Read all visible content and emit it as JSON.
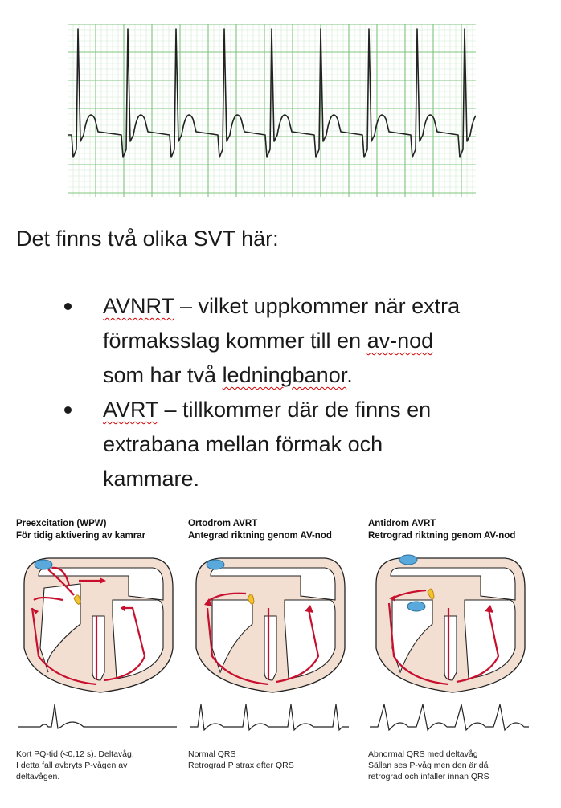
{
  "intro": "Det finns två olika SVT här:",
  "bullets": [
    {
      "term": "AVNRT",
      "line1_rest": " – vilket uppkommer när extra",
      "line2_a": "förmaksslag kommer till en ",
      "line2_term": "av-nod",
      "line3_a": "som har två ",
      "line3_term": "ledningbanor",
      "line3_end": "."
    },
    {
      "term": "AVRT",
      "line1_rest": " – tillkommer där de finns en",
      "line2": "extrabana mellan förmak och",
      "line3": "kammare."
    }
  ],
  "panels": [
    {
      "title1": "Preexcitation (WPW)",
      "title2": "För tidig aktivering av kamrar",
      "cap1": "Kort PQ-tid (<0,12 s). Deltavåg.",
      "cap2": "I detta fall avbryts P-vågen av",
      "cap3": "deltavågen."
    },
    {
      "title1": "Ortodrom AVRT",
      "title2": "Antegrad riktning genom AV-nod",
      "cap1": "Normal QRS",
      "cap2": "Retrograd P strax efter QRS",
      "cap3": ""
    },
    {
      "title1": "Antidrom AVRT",
      "title2": "Retrograd riktning genom AV-nod",
      "cap1": "Abnormal QRS med deltavåg",
      "cap2": "Sällan ses P-våg men den är då",
      "cap3": "retrograd och infaller innan QRS"
    }
  ],
  "colors": {
    "grid_major": "#7fc47f",
    "grid_minor": "#cfe9cf",
    "trace": "#222222",
    "pathway": "#c8102e",
    "heart_fill": "#f3dfd2",
    "node": "#5aa9dc",
    "av_node": "#f2c230"
  }
}
